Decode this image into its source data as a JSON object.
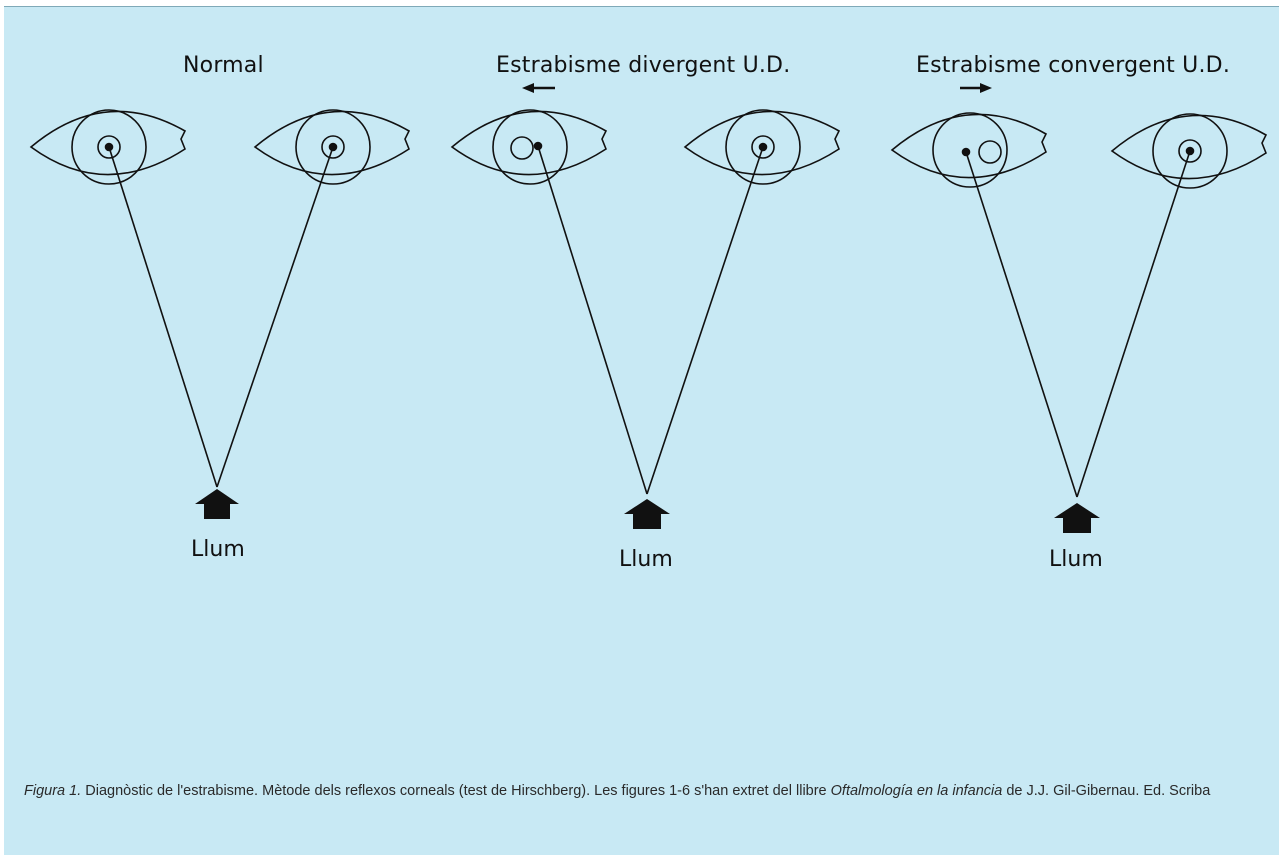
{
  "panels": [
    {
      "title": "Normal",
      "light_label": "Llum"
    },
    {
      "title": "Estrabisme divergent U.D.",
      "light_label": "Llum"
    },
    {
      "title": "Estrabisme convergent U.D.",
      "light_label": "Llum"
    }
  ],
  "caption": {
    "figure_label": "Figura 1.",
    "text_1": " Diagnòstic de l'estrabisme. Mètode dels reflexos corneals (test de Hirschberg). Les figures 1-6 s'han extret del llibre ",
    "book_title": "Oftalmología en la infancia",
    "text_2": " de J.J. Gil-Gibernau. Ed. Scriba"
  }
}
